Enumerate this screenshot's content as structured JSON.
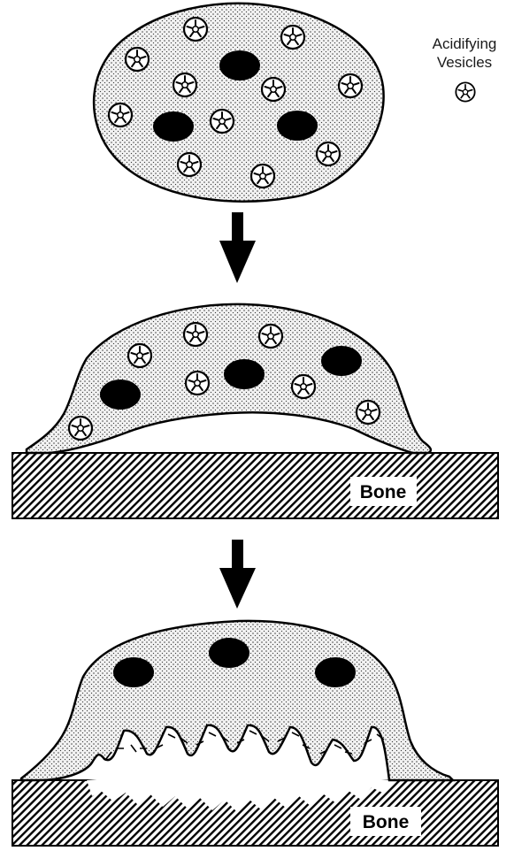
{
  "legend": {
    "line1": "Acidifying",
    "line2": "Vesicles",
    "icon": "acidifying-vesicle-icon"
  },
  "stages": [
    {
      "bone_label": ""
    },
    {
      "bone_label": "Bone"
    },
    {
      "bone_label": "Bone"
    }
  ],
  "colors": {
    "ink": "#000000",
    "cytoplasm_fill": "#f2f2f2",
    "cytoplasm_stipple": "#3a3a3a",
    "bone_hatch": "#000000",
    "background": "#ffffff"
  }
}
